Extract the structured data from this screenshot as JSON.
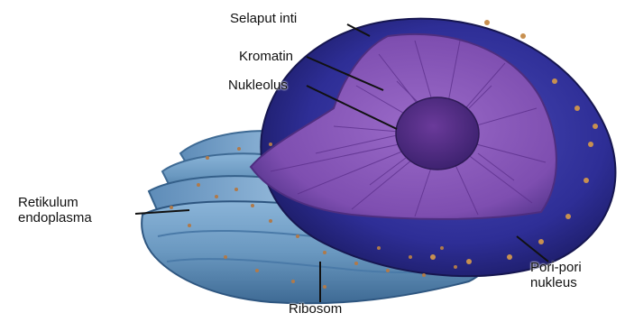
{
  "labels": {
    "selaput_inti": "Selaput inti",
    "kromatin": "Kromatin",
    "nukleolus": "Nukleolus",
    "retikulum_line1": "Retikulum",
    "retikulum_line2": "endoplasma",
    "ribosom": "Ribosom",
    "pori_line1": "Pori-pori",
    "pori_line2": "nukleus"
  },
  "colors": {
    "nuclear_envelope": "#2a2a8a",
    "nucleoplasm": "#8a5ab8",
    "nucleolus": "#4a2a7a",
    "endoplasmic_reticulum": "#6e9cc4",
    "ribosome_dots": "#b07a4a"
  }
}
